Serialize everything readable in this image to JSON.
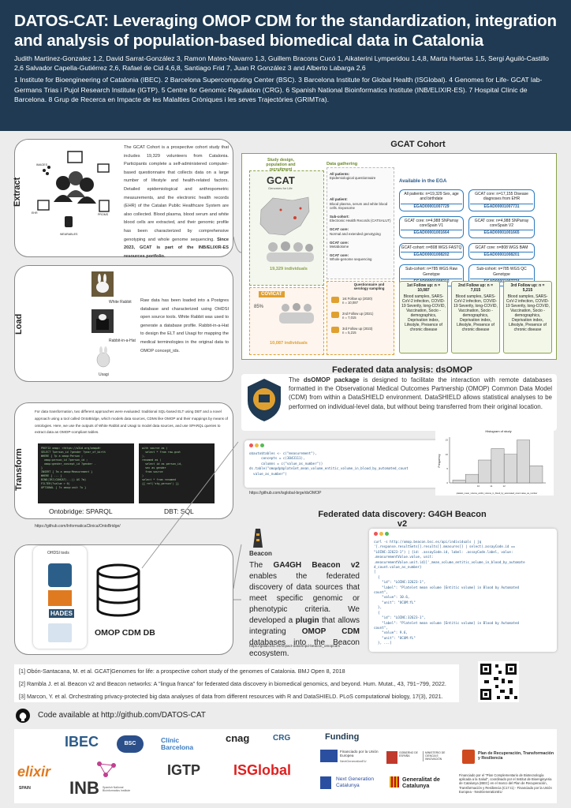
{
  "header": {
    "title": "DATOS-CAT: Leveraging OMOP CDM for the standardization, integration and analysis of population-based biomedical data in Catalonia",
    "authors": "Judith Martinez-Gonzalez 1,2, David Sarrat-González 3, Ramon Mateo-Navarro 1,3, Guillem Bracons Cucó 1, Aikaterini Lymperidou 1,4,8, Marta Huertas 1,5, Sergi Aguiló-Castillo 2,6 Salvador Capella-Gutiérrez 2,6, Rafael de Cid 4,6,8, Santiago Frid 7, Juan R González 3 and Alberto Labarga 2,6",
    "affiliations": "1 Institute for Bioengineering of Catalonia (IBEC). 2 Barcelona Supercomputing Center (BSC). 3 Barcelona Institute for Global Health (ISGlobal). 4 Genomes for Life- GCAT lab- Germans Trias i Pujol Research Institute (IGTP). 5 Centre for Genomic Regulation (CRG). 6 Spanish National Bioinformatics Institute (INB/ELIXIR-ES). 7 Hospital Clínic de Barcelona. 8 Grup de Recerca en Impacte de les Malalties Cròniques i les seves Trajectòries (GRIMTra)."
  },
  "extract": {
    "label": "Extract",
    "text": "The GCAT Cohort is a prospective cohort study that includes 19,329 volunteers from Catalonia. Participants complete a self-administered computer-based questionnaire that collects data on a large number of lifestyle and health-related factors. Detailed epidemiological and anthropometric measurements, and the electronic health records (EHR) of the Catalan Public Healthcare System are also collected. Blood plasma, blood serum and white blood cells are extracted, and their genomic profile has been characterized by comprehensive genotyping and whole genome sequencing.",
    "text_bold": "Since 2023, GCAT is part of the INB/ELIXIR-ES resources portfolio.",
    "icon_labels": [
      "IMAGES",
      "EHR",
      "WEARABLES",
      "PROMS"
    ]
  },
  "load": {
    "label": "Load",
    "text": "Raw data has been loaded into a Postgres database and characterized using OHDSI open source tools. White Rabbit was used to generate a database profile. Rabbit-in-a-Hat to design the ELT and Usagi for mapping the medical terminologies in the original data to OMOP concept_ids.",
    "tools": [
      "White Rabbit",
      "Rabbit-in-a-Hat",
      "Usagi"
    ]
  },
  "transform": {
    "label": "Transform",
    "text": "For data transformation, two different approaches were evaluated: traditional SQL-based ELT using DBT and a novel approach using a tool called OntoBridge, which models data sources, CDMs like OMOP and their mappings by means of ontologies. Here, we use the outputs of White Rabbit and Usagi to model data sources, and use SPARQL queries to extract data as OMOP-compliant tables.",
    "caption_left": "Ontobridge: SPARQL",
    "caption_right": "DBT: SQL",
    "link": "https://github.com/InformaticaClinica/OntoBridge/"
  },
  "cdm": {
    "ohdsi_label": "OHDSI tools",
    "hades": "HADES",
    "db_label": "OMOP CDM DB"
  },
  "gcat": {
    "title": "GCAT Cohort",
    "col1": "Study design, population and recruitment",
    "col2": "Data gathering",
    "col3": "Available in the EGA",
    "gcat_logo": "GCAT",
    "gcat_sub": "Genomes for Life",
    "individuals_1": "19,329 individuals",
    "covicat": "COVICAT",
    "pct": "85%",
    "individuals_2": "10,087 individuals",
    "gathering": [
      {
        "head": "All patients:",
        "body": "Epidemiological questionnaire"
      },
      {
        "head": "All patient:",
        "body": "Blood plasma, serum and white blood cells. Exposome"
      },
      {
        "head": "Sub-cohort:",
        "body": "Electronic Health Records (CATSALUT)"
      },
      {
        "head": "GCAT core:",
        "body": "Normal and extended genotyping"
      },
      {
        "head": "GCAT core:",
        "body": "Metabolome"
      },
      {
        "head": "GCAT core:",
        "body": "Whole-genome sequencing"
      }
    ],
    "ega_left": [
      {
        "t": "All patients: n=19,329 Sex, age and birthdate",
        "id": "EGAD00001007729"
      },
      {
        "t": "GCAT core: n=4,988 SNParray coreSpain V1",
        "id": "EGAD00001001664"
      },
      {
        "t": "GCAT-cohort: n=808 WGS FASTQ",
        "id": "EGAD00001008202"
      },
      {
        "t": "Sub-cohort: n=785 WGS Raw Genotype",
        "id": "EGAD00001008210"
      }
    ],
    "ega_right": [
      {
        "t": "GCAT core: n=17,155 Disease diagnoses from EHR",
        "id": "EGAD00001007731"
      },
      {
        "t": "GCAT core: n=4,988 SNParray coreSpain V2",
        "id": "EGAD00001001665"
      },
      {
        "t": "GCAT core: n=808 WGS BAM",
        "id": "EGAD00001008201"
      },
      {
        "t": "Sub-cohort: n=785 WGS QC Genotype",
        "id": "EGAD00001007774"
      }
    ],
    "questionnaire": "Questionnaire and serology sampling",
    "followups": [
      {
        "label": "1st Follow up (2020)",
        "n": "n = 10,087"
      },
      {
        "label": "2nd Follow up (2021)",
        "n": "n = 7,015"
      },
      {
        "label": "3rd Follow up (2023)",
        "n": "n = 5,215"
      }
    ],
    "fu_boxes": [
      {
        "h": "1st Follow up: n = 10,087",
        "b": "Blood samples, SARS-CoV-2 infection, COVID-19 Severity, long-COVID, Vaccination, Socio -demographics, Deprivation index, Lifestyle, Presence of chronic disease"
      },
      {
        "h": "2nd Follow up: n = 7,015",
        "b": "Blood samples, SARS-CoV-2 infection, COVID-19 Severity, long-COVID, Vaccination, Socio -demographics, Deprivation index, Lifestyle, Presence of chronic disease"
      },
      {
        "h": "3rd Follow up: n = 5,215",
        "b": "Blood samples, SARS-CoV-2 infection, COVID-19 Severity, long-COVID, Vaccination, Socio -demographics, Deprivation index, Lifestyle, Presence of chronic disease"
      }
    ]
  },
  "dsomop": {
    "title": "Federated data analysis: dsOMOP",
    "text_a": "The ",
    "text_bold": "dsOMOP package",
    "text_b": " is designed to facilitate the interaction with remote databases formatted in the Observational Medical Outcomes Partnership (OMOP) Common Data Model (CDM) from within a DataSHIELD environment. DataSHIELD allows statistical analyses to be performed on individual-level data, but without being transferred from their original location.",
    "code": [
      "o$auto$tables <- c(\"measurement\"),",
      "      concepts = c(3043111),",
      "      columns = c(\"value_as_number\"))",
      "",
      "ds.table(\"omopdp$plate1et_mean_volume_entitic_volume_in_blood_by_automated_count",
      "  value_as_number\")"
    ],
    "link": "https://github.com/isglobal-brge/dsOMOP",
    "hist_title": "Histogram of study",
    "hist_ylabel": "Frequency",
    "hist_xlabel": "platelet_mean_volume_entitic_volume_in_blood_by_automated_count.value_as_number"
  },
  "chart_data": {
    "type": "bar",
    "title": "Histogram of study",
    "xlabel": "platelet_mean_volume_entitic_volume_in_blood_by_automated_count.value_as_number",
    "ylabel": "Frequency",
    "categories": [
      "8",
      "9",
      "10",
      "11",
      "12",
      "13",
      "14"
    ],
    "values": [
      1,
      3,
      8,
      12,
      10,
      15,
      6
    ],
    "xticks": [
      "10",
      "11",
      "12"
    ],
    "yticks": [
      "0",
      "5",
      "10",
      "15"
    ],
    "ylim": [
      0,
      16
    ]
  },
  "beacon": {
    "title": "Federated data discovery: G4GH Beacon v2",
    "logo": "Beacon",
    "text_a": "The ",
    "text_bold1": "GA4GH Beacon v2",
    "text_b": " enables the federated discovery of data sources that meet specific genomic or phenotypic criteria. We developed a ",
    "text_bold2": "plugin",
    "text_c": " that allows integrating ",
    "text_bold3": "OMOP CDM",
    "text_d": " databases into the Beacon ecosystem.",
    "link": "https://gitlab.bsc.es/impact-data/impd-beacon_omopcdm",
    "code": [
      "curl -s http://omop.beacon.bsc.es/api/individuals | jq",
      "'[.response.resultSets[].results[].measures[] | select(.assayCode.id ==",
      "\"LOINC:32623-1\") | {id: .assayCode.id, label: .assayCode.label, value:",
      ".measurementValue.value, unit:",
      ".measurementValue.unit.id}]'_mean_volume_entitic_volume_in_blood_by_automate",
      "d_count.value_as_number}",
      "",
      "[",
      "  {",
      "    \"id\": \"LOINC:32623-1\",",
      "    \"label\": \"Platelet mean volume [Entitic volume] in Blood by Automated",
      "count\",",
      "    \"value\": 10.6,",
      "    \"unit\": \"UCUM:fL\"",
      "  },",
      "  {",
      "    \"id\": \"LOINC:32623-1\",",
      "    \"label\": \"Platelet mean volume [Entitic volume] in Blood by Automated",
      "count\",",
      "    \"value\": 9.6,",
      "    \"unit\": \"UCUM:fL\"",
      "  }, ...]"
    ]
  },
  "references": [
    "[1] Obón-Santacana, M. et al. GCAT|Genomes for life: a prospective cohort study of the genomes of Catalonia. BMJ Open 8, 2018",
    "[2] Rambla J. et al. Beacon v2 and Beacon networks: A \"lingua franca\" for federated data discovery in biomedical genomics, and beyond. Hum. Mutat., 43, 791−799, 2022.",
    "[3] Marcon, Y. et al. Orchestrating privacy-protected big data analyses of data from different resources with R and DataSHIELD. PLoS computational biology, 17(3), 2021."
  ],
  "code_link": "Code available at http://github.com/DATOS-CAT",
  "logos": {
    "ibec": "IBEC",
    "bsc": "BSC",
    "clinic": "Clínic Barcelona",
    "cnag": "cnag",
    "crg": "CRG",
    "elixir": "elixir",
    "elixir_sub": "SPAIN",
    "inb": "INB",
    "inb_sub": "Spanish National Bioinformatics Institute",
    "igtp": "IGTP",
    "isglobal": "ISGlobal"
  },
  "funding": {
    "title": "Funding",
    "eu": "Financiado por la Unión Europea",
    "eu_sub": "NextGenerationEU",
    "gob": "GOBIERNO DE ESPAÑA",
    "min": "MINISTERIO DE CIENCIA E INNOVACIÓN",
    "plan": "Plan de Recuperación, Transformación y Resiliencia",
    "nextgen": "Next Generation Catalunya",
    "gencat": "Generalitat de Catalunya",
    "note": "Financiado por el \"Plan Complementario de Biotecnología aplicada a la Salud\", coordinado por el Institut de Bioenginyeria de Catalunya (IBEC) en el marco del Plan de Recuperación, Transformación y Resiliencia (C17.I1) - Financiado por la Unión Europea - NextGenerationEU"
  },
  "colors": {
    "header": "#1f3a52",
    "accent_green": "#8aa34a",
    "accent_blue": "#2e7bbf",
    "gcat_orange": "#e0a030"
  }
}
